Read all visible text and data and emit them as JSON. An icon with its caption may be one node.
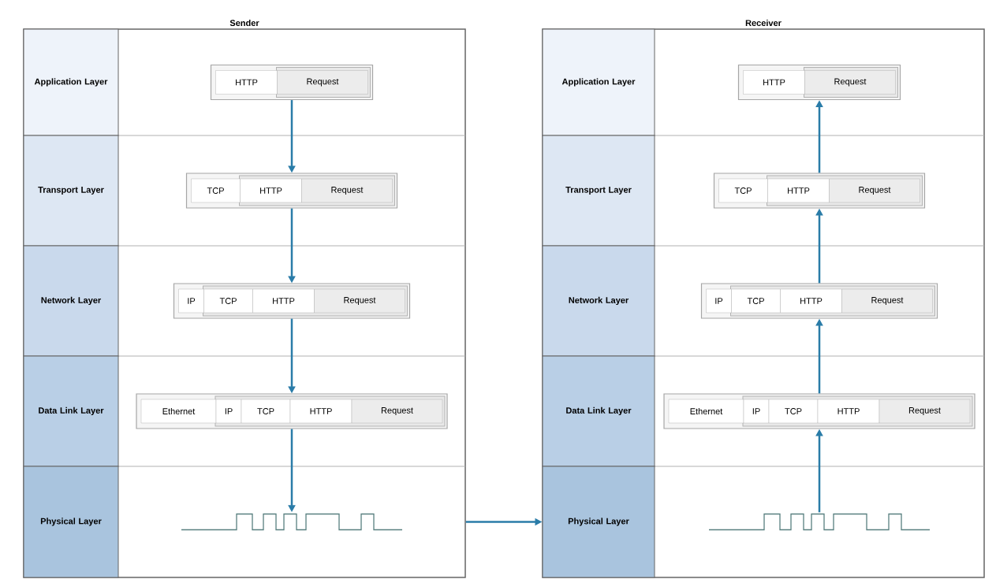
{
  "diagram": {
    "nodes": [
      {
        "text": [
          "Sender"
        ]
      },
      {
        "text": [
          "Application Layer"
        ],
        "in": 0
      },
      {
        "text": [],
        "shape": "box",
        "in": 0
      },
      {
        "text": [
          "HTTP"
        ],
        "in": 2
      },
      {
        "text": [
          "Request"
        ],
        "in": 2
      },
      {
        "text": [
          "Transport Layer"
        ],
        "in": 0
      },
      {
        "text": [],
        "shape": "box",
        "in": 0
      },
      {
        "text": [
          "TCP"
        ],
        "in": 6
      },
      {
        "text": [
          "HTTP"
        ],
        "in": 6
      },
      {
        "text": [
          "Request"
        ],
        "in": 6
      },
      {
        "text": [
          "Network Layer"
        ],
        "in": 0
      },
      {
        "text": [],
        "shape": "box",
        "in": 0
      },
      {
        "text": [
          "IP"
        ],
        "in": 11
      },
      {
        "text": [
          "TCP"
        ],
        "in": 11
      },
      {
        "text": [
          "HTTP"
        ],
        "in": 11
      },
      {
        "text": [
          "Request"
        ],
        "in": 11
      },
      {
        "text": [
          "Data Link Layer"
        ],
        "in": 0
      },
      {
        "text": [],
        "shape": "box",
        "in": 0
      },
      {
        "text": [
          "Ethernet"
        ],
        "in": 17
      },
      {
        "text": [
          "IP"
        ],
        "in": 17
      },
      {
        "text": [
          "TCP"
        ],
        "in": 17
      },
      {
        "text": [
          "HTTP"
        ],
        "in": 17
      },
      {
        "text": [
          "Request"
        ],
        "in": 17
      },
      {
        "text": [
          "Physical Layer"
        ],
        "in": 0
      },
      {
        "text": [],
        "shape": "wave",
        "in": 0
      },
      {
        "text": [
          "Receiver"
        ]
      },
      {
        "text": [
          "Application Layer"
        ],
        "in": 25
      },
      {
        "text": [],
        "shape": "box",
        "in": 25
      },
      {
        "text": [
          "HTTP"
        ],
        "in": 27
      },
      {
        "text": [
          "Request"
        ],
        "in": 27
      },
      {
        "text": [
          "Transport Layer"
        ],
        "in": 25
      },
      {
        "text": [],
        "shape": "box",
        "in": 25
      },
      {
        "text": [
          "TCP"
        ],
        "in": 31
      },
      {
        "text": [
          "HTTP"
        ],
        "in": 31
      },
      {
        "text": [
          "Request"
        ],
        "in": 31
      },
      {
        "text": [
          "Network Layer"
        ],
        "in": 25
      },
      {
        "text": [],
        "shape": "box",
        "in": 25
      },
      {
        "text": [
          "IP"
        ],
        "in": 36
      },
      {
        "text": [
          "TCP"
        ],
        "in": 36
      },
      {
        "text": [
          "HTTP"
        ],
        "in": 36
      },
      {
        "text": [
          "Request"
        ],
        "in": 36
      },
      {
        "text": [
          "Data Link Layer"
        ],
        "in": 25
      },
      {
        "text": [],
        "shape": "box",
        "in": 25
      },
      {
        "text": [
          "Ethernet"
        ],
        "in": 42
      },
      {
        "text": [
          "IP"
        ],
        "in": 42
      },
      {
        "text": [
          "TCP"
        ],
        "in": 42
      },
      {
        "text": [
          "HTTP"
        ],
        "in": 42
      },
      {
        "text": [
          "Request"
        ],
        "in": 42
      },
      {
        "text": [
          "Physical Layer"
        ],
        "in": 25
      },
      {
        "text": [],
        "shape": "wave",
        "in": 25
      }
    ],
    "edges": [
      {
        "from": 2,
        "to": 6,
        "arrow": "to"
      },
      {
        "from": 6,
        "to": 11,
        "arrow": "to"
      },
      {
        "from": 11,
        "to": 17,
        "arrow": "to"
      },
      {
        "from": 17,
        "to": 24,
        "arrow": "to"
      },
      {
        "from": 0,
        "to": 48,
        "arrow": "to"
      },
      {
        "from": 49,
        "to": 42,
        "arrow": "to"
      },
      {
        "from": 42,
        "to": 36,
        "arrow": "to"
      },
      {
        "from": 36,
        "to": 31,
        "arrow": "to"
      },
      {
        "from": 31,
        "to": 27,
        "arrow": "to"
      }
    ]
  }
}
